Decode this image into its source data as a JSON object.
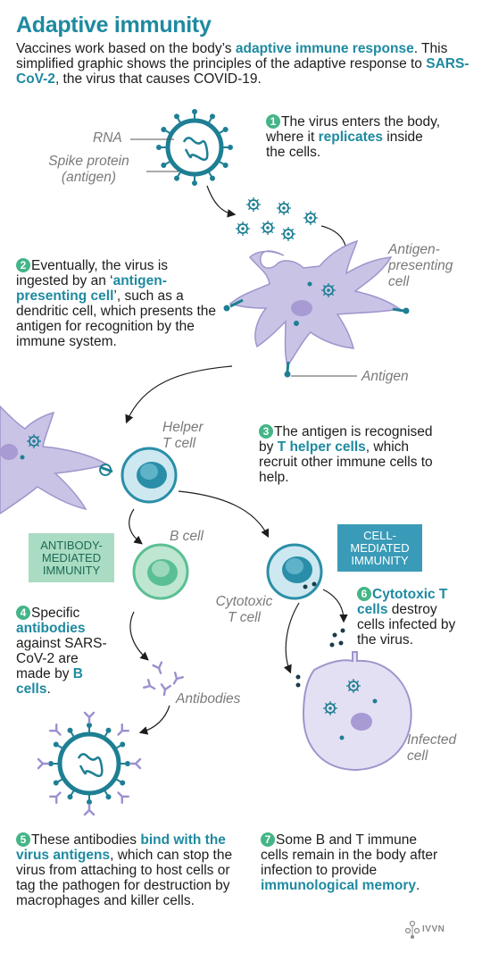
{
  "header": {
    "title": "Adaptive immunity",
    "intro_1": "Vaccines work based on the body’s ",
    "intro_hl1": "adaptive immune response",
    "intro_2": ". This simplified graphic shows the principles of the adaptive response to ",
    "intro_hl2": "SARS-CoV-2",
    "intro_3": ", the virus that causes COVID-19."
  },
  "labels": {
    "rna": "RNA",
    "spike": "Spike protein (antigen)",
    "apc": "Antigen-presenting cell",
    "antigen": "Antigen",
    "helper": "Helper T cell",
    "bcell": "B cell",
    "cytotoxic": "Cytotoxic T cell",
    "antibodies": "Antibodies",
    "infected": "Infected cell"
  },
  "boxes": {
    "antibody": "ANTIBODY-MEDIATED IMMUNITY",
    "cell": "CELL-MEDIATED IMMUNITY"
  },
  "steps": {
    "s1": {
      "num": "1",
      "a": "The virus enters the body, where it ",
      "hl": "replicates",
      "b": " inside the cells."
    },
    "s2": {
      "num": "2",
      "a": "Eventually, the virus is ingested by an ‘",
      "hl": "antigen-presenting cell",
      "b": "’, such as a dendritic cell, which presents the antigen for recognition by the immune system."
    },
    "s3": {
      "num": "3",
      "a": "The antigen is recognised by ",
      "hl": "T helper cells",
      "b": ", which recruit other immune cells to help."
    },
    "s4": {
      "num": "4",
      "a": "Specific ",
      "hl": "antibodies",
      "b": " against SARS-CoV-2 are made by ",
      "hl2": "B cells",
      "c": "."
    },
    "s5": {
      "num": "5",
      "a": "These antibodies ",
      "hl": "bind with the virus antigens",
      "b": ", which can stop the virus from attaching to host cells or tag the pathogen for destruction by macrophages and killer cells."
    },
    "s6": {
      "num": "6",
      "a": "",
      "hl": "Cytotoxic T cells",
      "b": " destroy cells infected by the virus."
    },
    "s7": {
      "num": "7",
      "a": "Some B and T immune cells remain in the body after infection to provide ",
      "hl": "immunological memory",
      "b": "."
    }
  },
  "logo": "IVVN",
  "colors": {
    "accent": "#1e8aa0",
    "number_badge": "#44b587",
    "cell_purple": "#c9c3e6",
    "nucleus_purple": "#a89ad3",
    "teal_cell": "#cde8f0",
    "green_cell": "#bfe6d0",
    "box_green": "#a9dcc2",
    "box_teal": "#3a9bb8",
    "antibody": "#9b90cf"
  }
}
